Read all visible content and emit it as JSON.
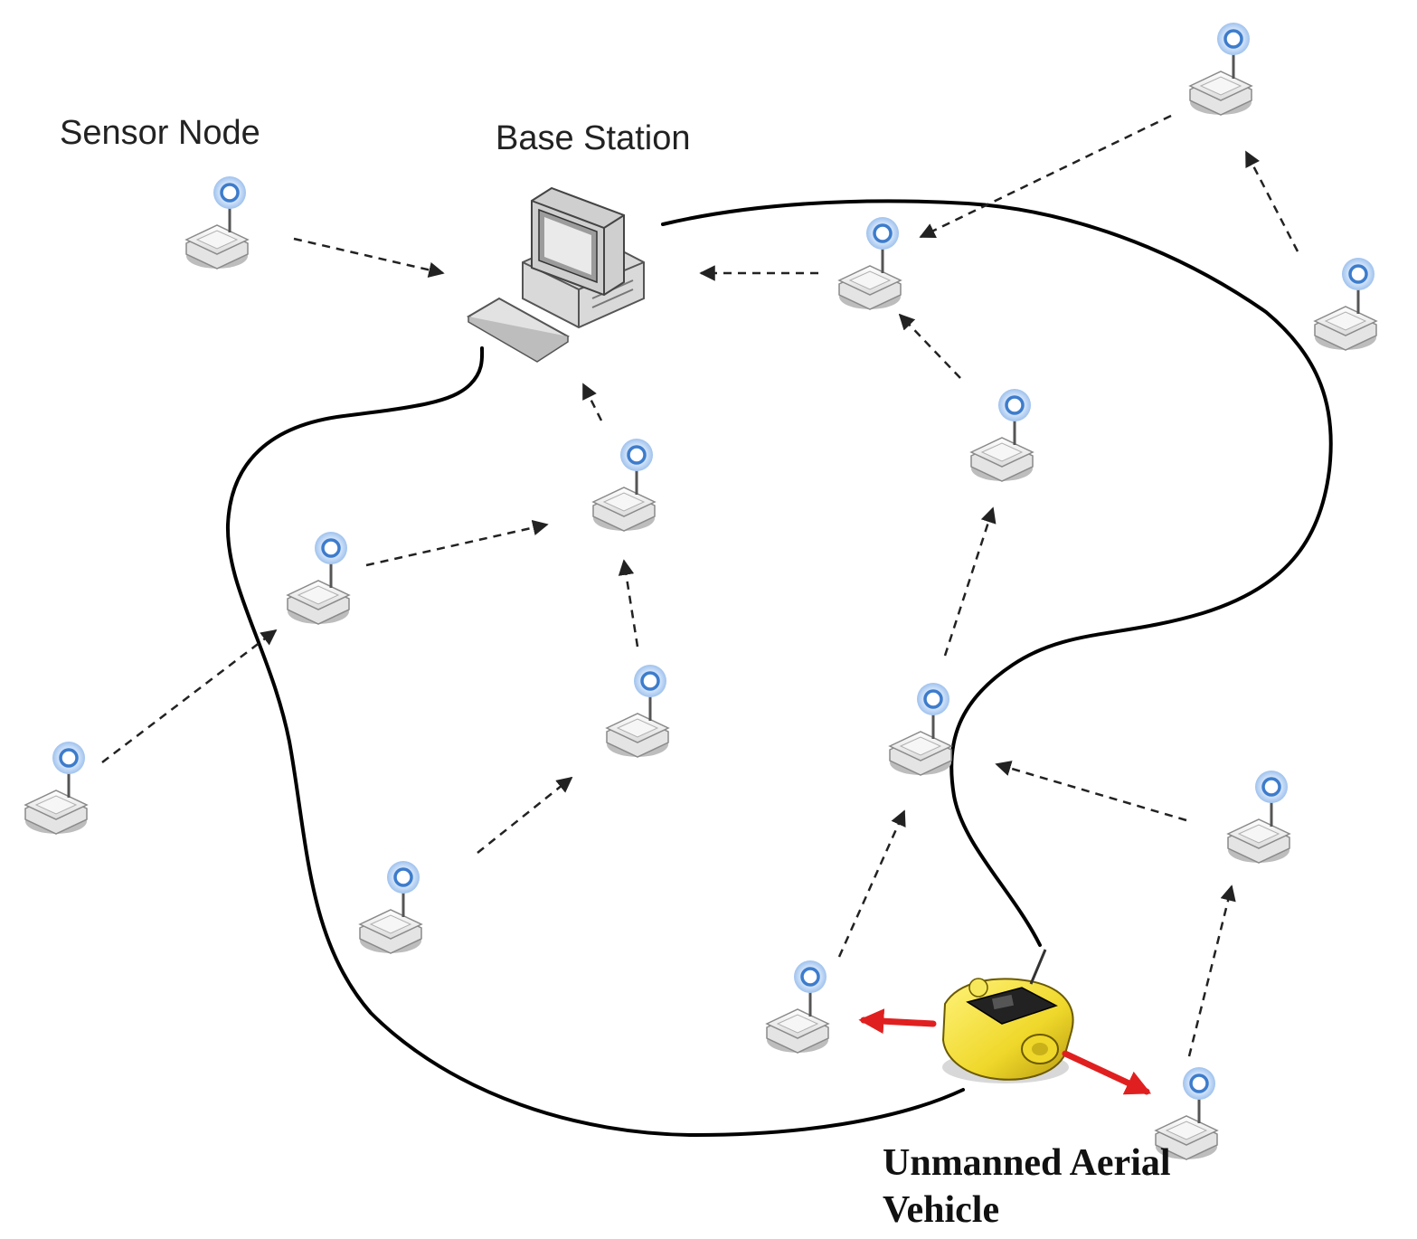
{
  "labels": {
    "sensor_node": "Sensor Node",
    "base_station": "Base Station",
    "uav_line1": "Unmanned Aerial",
    "uav_line2": "Vehicle"
  },
  "colors": {
    "background": "#ffffff",
    "path": "#000000",
    "link_arrow": "#222222",
    "uav_arrow": "#e02020",
    "uav_body": "#f2e02a",
    "node_ring": "#4a90d9",
    "node_glow": "#bcd6f5"
  },
  "icons": {
    "sensor_node": "sensor-node-icon",
    "base_station": "computer-icon",
    "uav": "uav-robot-icon"
  }
}
